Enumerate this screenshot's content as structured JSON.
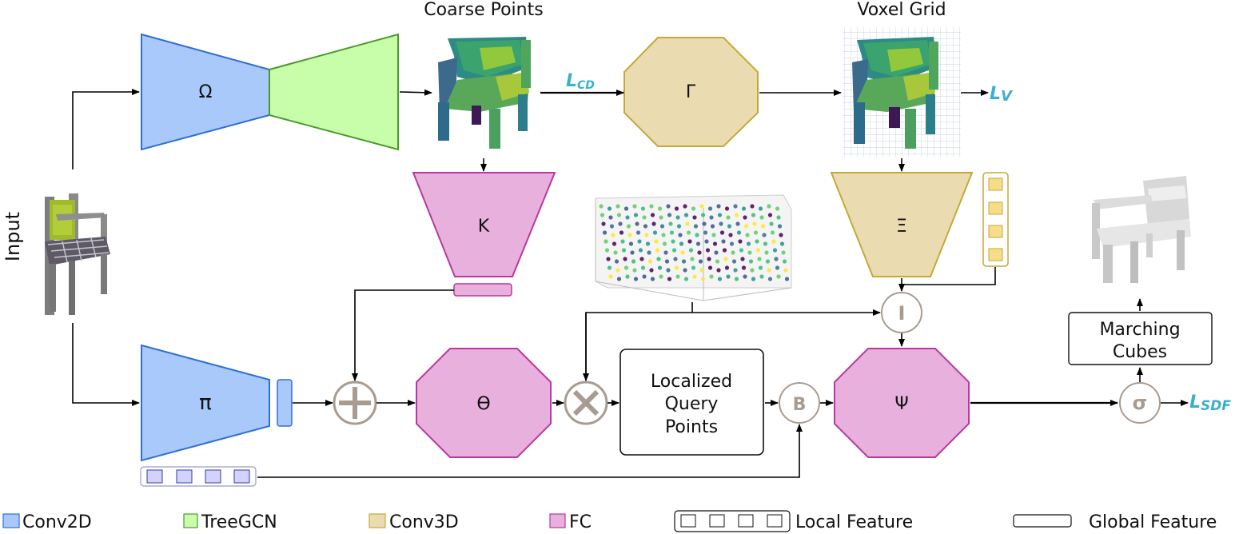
{
  "headings": {
    "coarse_points": "Coarse Points",
    "voxel_grid": "Voxel Grid",
    "input": "Input"
  },
  "blocks": {
    "omega": "Ω",
    "gamma": "Γ",
    "kappa": "Κ",
    "xi": "Ξ",
    "pi": "π",
    "theta": "ϴ",
    "psi": "Ψ"
  },
  "operators": {
    "interp": "I",
    "bilinear": "B",
    "sigma": "σ",
    "add": "+",
    "mult": "×"
  },
  "losses": {
    "cd_main": "L",
    "cd_sub": "CD",
    "v_main": "L",
    "v_sub": "V",
    "sdf_main": "L",
    "sdf_sub": "SDF"
  },
  "boxes": {
    "localized_line1": "Localized",
    "localized_line2": "Query",
    "localized_line3": "Points",
    "marching_line1": "Marching",
    "marching_line2": "Cubes"
  },
  "legend": {
    "conv2d": "Conv2D",
    "treegcn": "TreeGCN",
    "conv3d": "Conv3D",
    "fc": "FC",
    "local_feature": "Local Feature",
    "global_feature": "Global Feature"
  },
  "colors": {
    "conv2d": "#a9c9fb",
    "conv2d_stroke": "#2f6fd6",
    "treegcn": "#c8fdaa",
    "treegcn_stroke": "#4a9a2a",
    "conv3d": "#eadcb0",
    "conv3d_stroke": "#c5a838",
    "fc": "#e8b0dd",
    "fc_stroke": "#b8399e",
    "operator": "#a89b90",
    "loss": "#3ab0cc"
  }
}
